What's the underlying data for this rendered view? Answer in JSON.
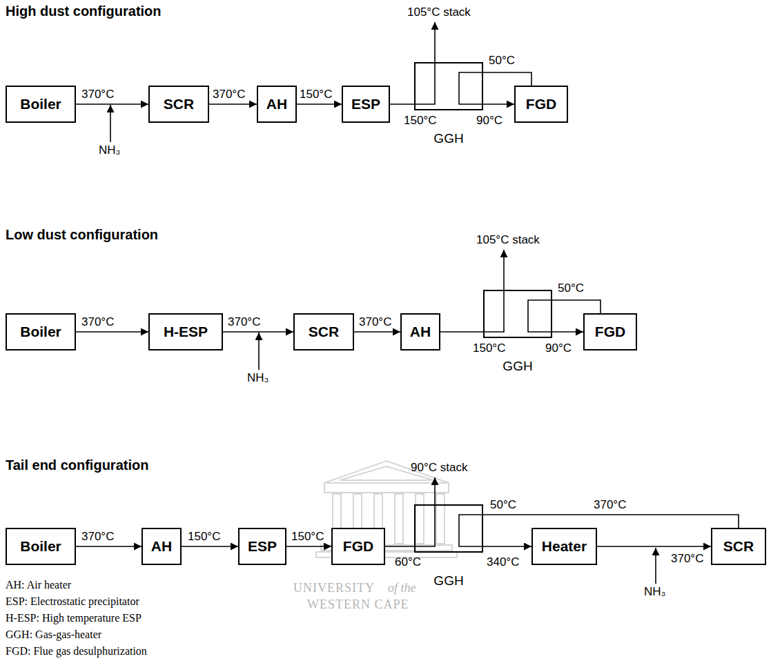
{
  "diagram": {
    "nodes": [
      {
        "text": [
          "Boiler"
        ]
      },
      {
        "text": [
          "SCR"
        ]
      },
      {
        "text": [
          "AH"
        ]
      },
      {
        "text": [
          "ESP"
        ]
      },
      {
        "text": [
          "GGH"
        ]
      },
      {
        "text": [
          "FGD"
        ]
      },
      {
        "text": [
          "Boiler"
        ]
      },
      {
        "text": [
          "H-ESP"
        ]
      },
      {
        "text": [
          "SCR"
        ]
      },
      {
        "text": [
          "AH"
        ]
      },
      {
        "text": [
          "GGH"
        ]
      },
      {
        "text": [
          "FGD"
        ]
      },
      {
        "text": [
          "Boiler"
        ]
      },
      {
        "text": [
          "AH"
        ]
      },
      {
        "text": [
          "ESP"
        ]
      },
      {
        "text": [
          "FGD"
        ]
      },
      {
        "text": [
          "GGH"
        ]
      },
      {
        "text": [
          "Heater"
        ]
      },
      {
        "text": [
          "SCR"
        ]
      }
    ],
    "edges": [
      {
        "from": 0,
        "to": 1,
        "label": "370°C",
        "arrow": "to"
      },
      {
        "from": 1,
        "to": 2,
        "label": "370°C",
        "arrow": "to"
      },
      {
        "from": 2,
        "to": 3,
        "label": "150°C",
        "arrow": "to"
      },
      {
        "from": 3,
        "to": 4,
        "label": "150°C",
        "arrow": "none"
      },
      {
        "from": 4,
        "to": 5,
        "label": "90°C",
        "arrow": "to"
      },
      {
        "from": 5,
        "to": 4,
        "label": "50°C",
        "arrow": "none"
      },
      {
        "from": 6,
        "to": 7,
        "label": "370°C",
        "arrow": "to"
      },
      {
        "from": 7,
        "to": 8,
        "label": "370°C",
        "arrow": "to"
      },
      {
        "from": 8,
        "to": 9,
        "label": "370°C",
        "arrow": "to"
      },
      {
        "from": 9,
        "to": 10,
        "label": "150°C",
        "arrow": "none"
      },
      {
        "from": 10,
        "to": 11,
        "label": "90°C",
        "arrow": "to"
      },
      {
        "from": 11,
        "to": 10,
        "label": "50°C",
        "arrow": "none"
      },
      {
        "from": 12,
        "to": 13,
        "label": "370°C",
        "arrow": "to"
      },
      {
        "from": 13,
        "to": 14,
        "label": "150°C",
        "arrow": "to"
      },
      {
        "from": 14,
        "to": 15,
        "label": "150°C",
        "arrow": "to"
      },
      {
        "from": 15,
        "to": 16,
        "label": "60°C",
        "arrow": "none"
      },
      {
        "from": 16,
        "to": 17,
        "label": "340°C",
        "arrow": "to"
      },
      {
        "from": 17,
        "to": 18,
        "label": "370°C",
        "arrow": "to"
      },
      {
        "from": 18,
        "to": 16,
        "label": "370°C",
        "arrow": "none"
      }
    ],
    "labels": [
      "High dust configuration",
      "105°C stack",
      "NH₃",
      "Low dust configuration",
      "105°C stack",
      "NH₃",
      "Tail end configuration",
      "90°C stack",
      "50°C",
      "NH₃",
      "AH: Air heater",
      "ESP: Electrostatic precipitator",
      "H-ESP: High temperature ESP",
      "GGH: Gas-gas-heater",
      "FGD: Flue gas desulphurization",
      "UNIVERSITY",
      "of the",
      "WESTERN CAPE"
    ]
  }
}
